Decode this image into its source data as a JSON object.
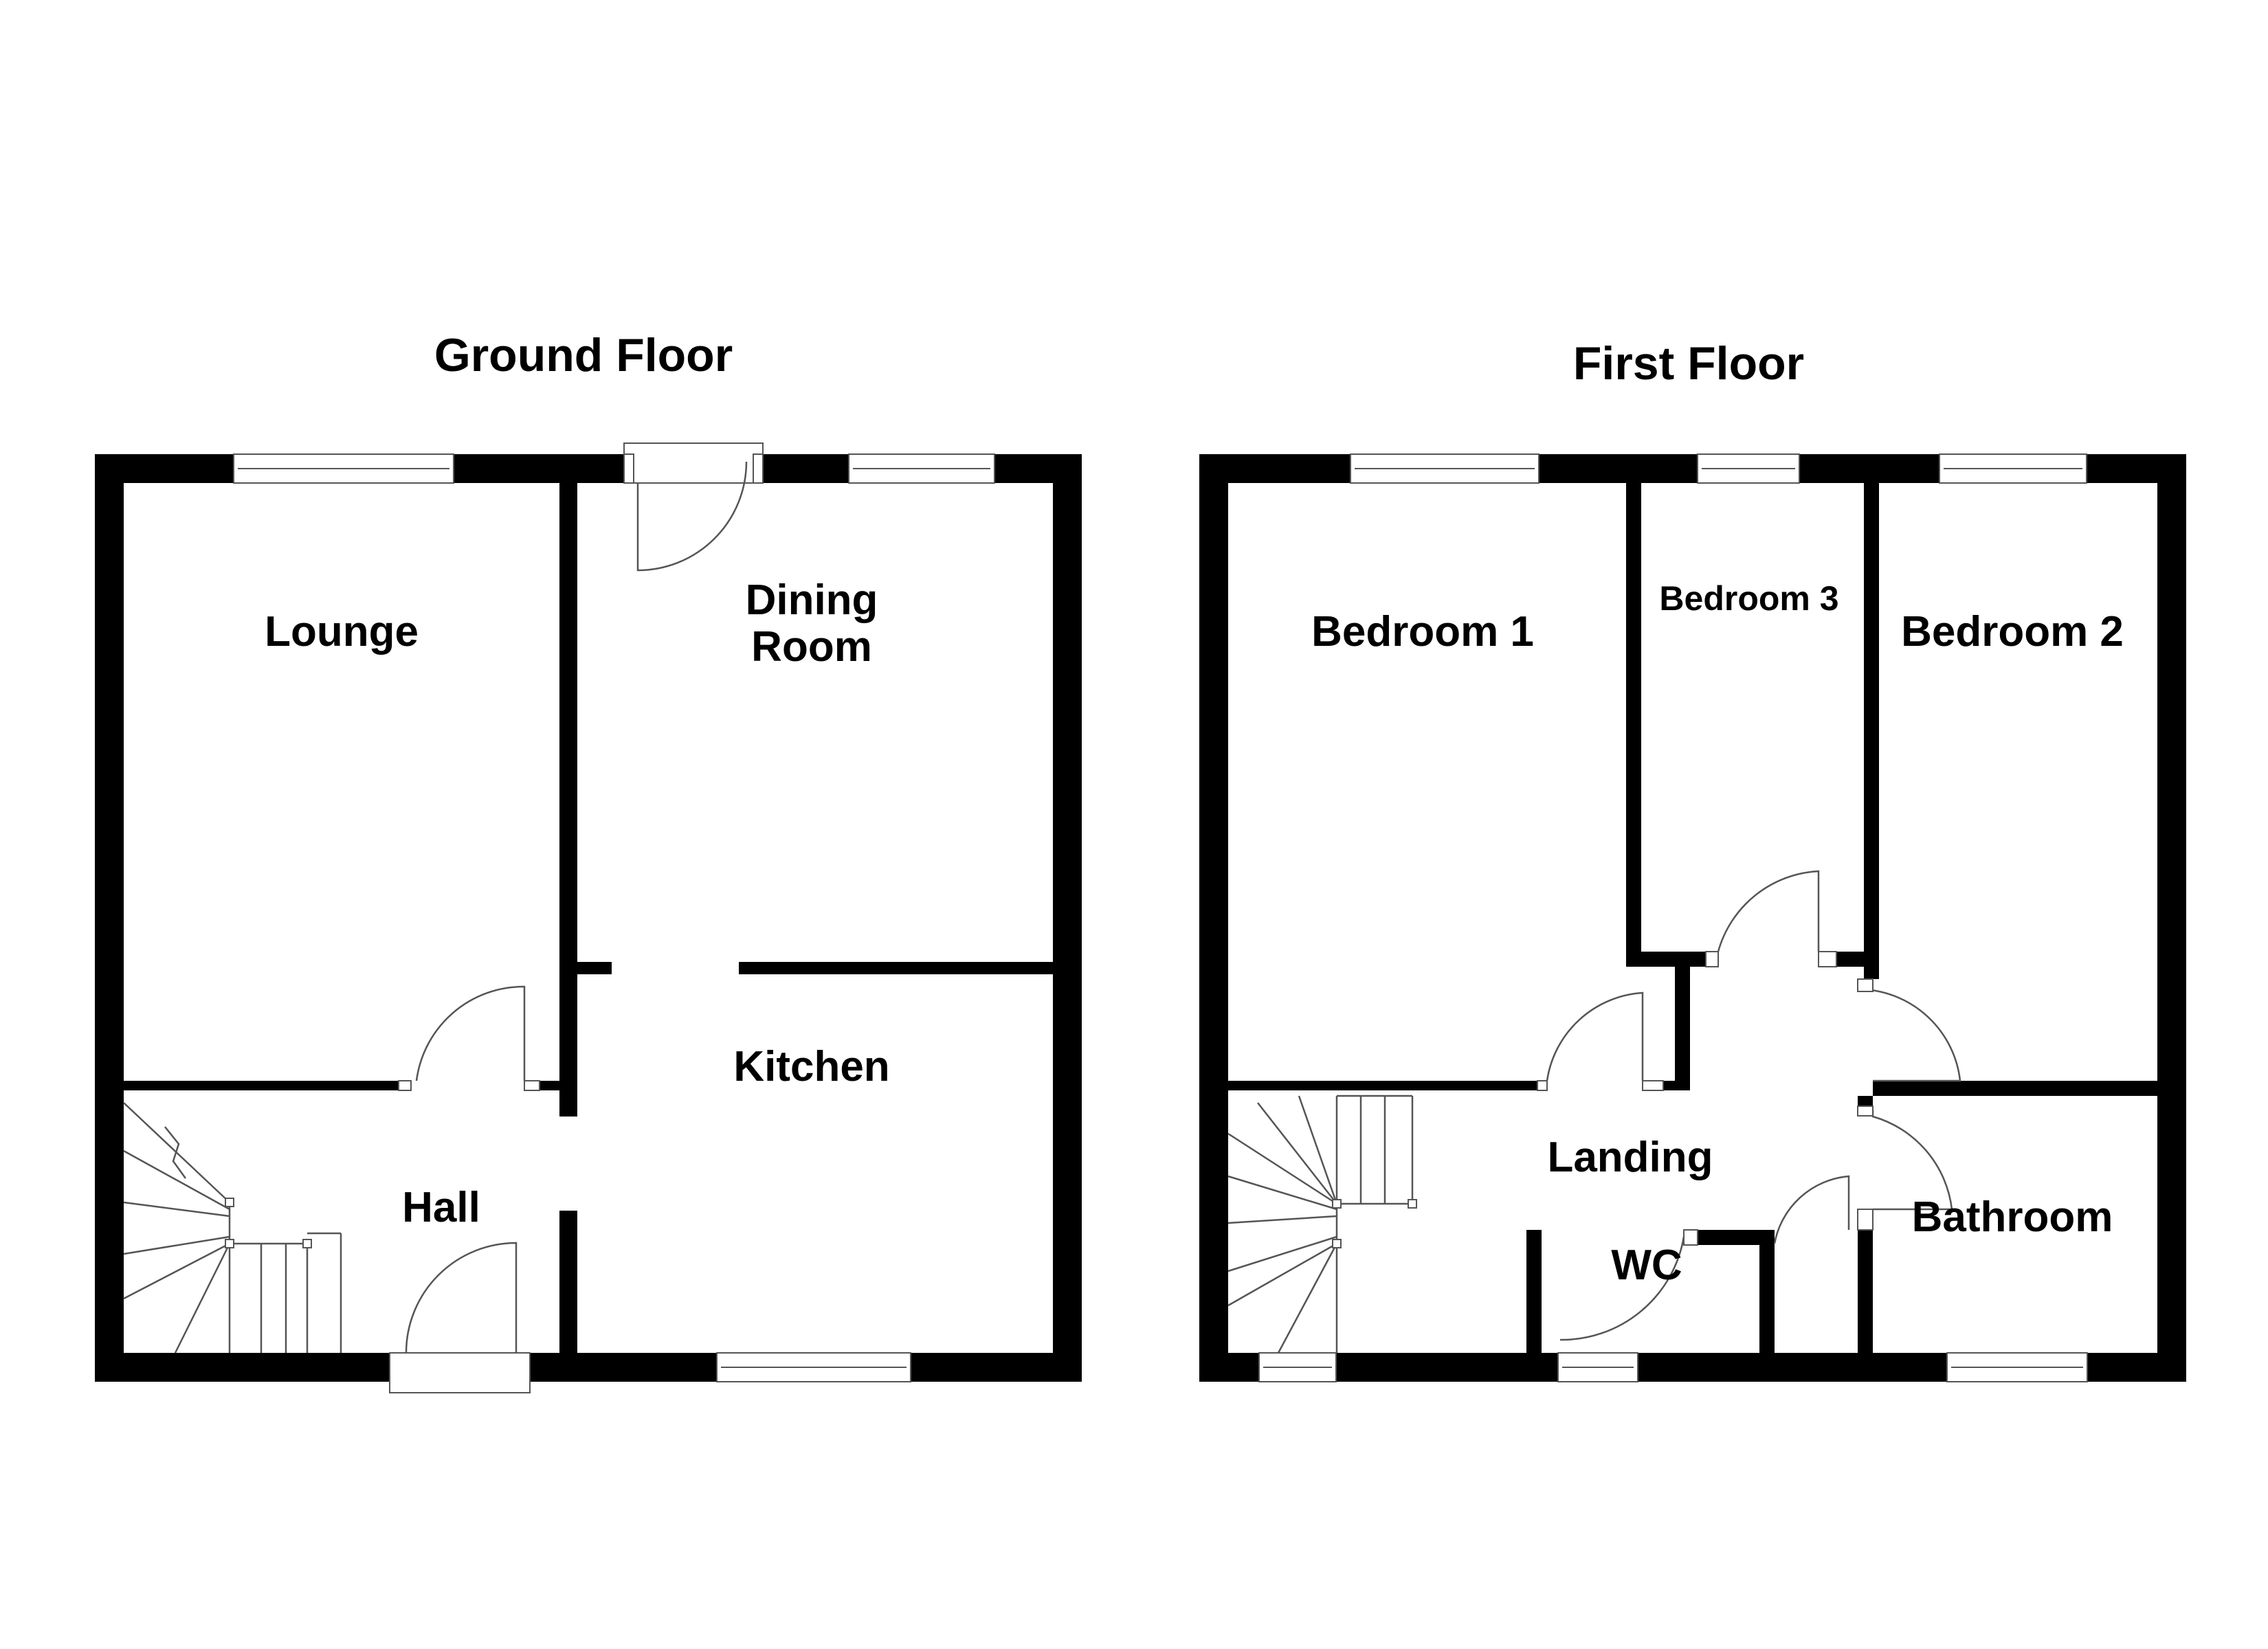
{
  "floors": {
    "ground": {
      "title": "Ground Floor",
      "rooms": {
        "lounge": "Lounge",
        "dining_line1": "Dining",
        "dining_line2": "Room",
        "kitchen": "Kitchen",
        "hall": "Hall"
      }
    },
    "first": {
      "title": "First Floor",
      "rooms": {
        "bedroom1": "Bedroom 1",
        "bedroom3": "Bedroom 3",
        "bedroom2": "Bedroom 2",
        "landing": "Landing",
        "wc": "WC",
        "bathroom": "Bathroom"
      }
    }
  },
  "colors": {
    "wall": "#000000",
    "fixture_line": "#555555",
    "background": "#ffffff"
  }
}
